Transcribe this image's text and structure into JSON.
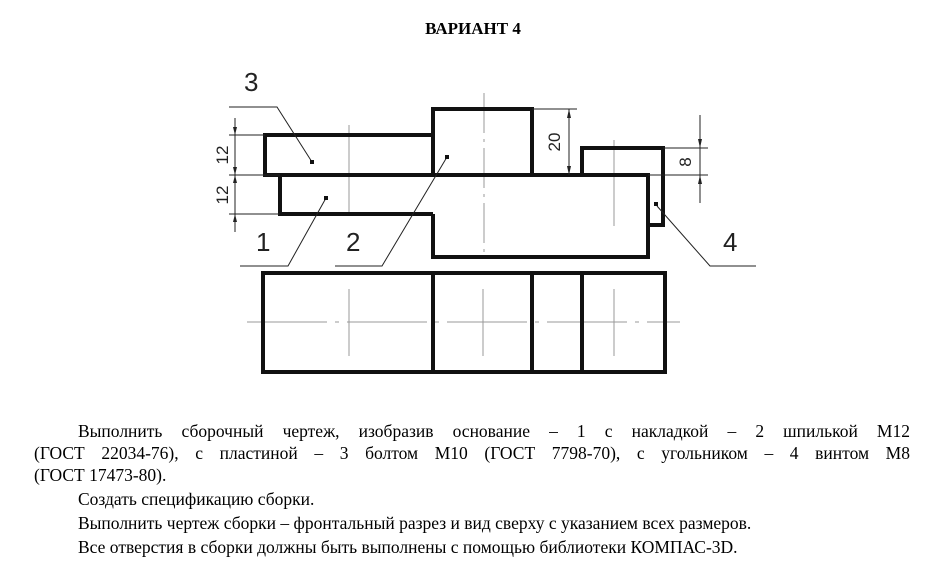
{
  "title": "ВАРИАНТ 4",
  "drawing": {
    "part_labels": [
      "3",
      "1",
      "2",
      "4"
    ],
    "dimensions": [
      "12",
      "12",
      "20",
      "8"
    ]
  },
  "task": {
    "paragraph1_lines": [
      "Выполнить сборочный чертеж, изобразив основание – 1 с накладкой – 2 шпилькой М12",
      "(ГОСТ 22034-76), с пластиной – 3 болтом М10 (ГОСТ 7798-70), с угольником – 4 винтом М8",
      "(ГОСТ 17473-80)."
    ],
    "paragraph2": "Создать спецификацию сборки.",
    "paragraph3": "Выполнить чертеж сборки – фронтальный разрез и вид сверху с указанием всех размеров.",
    "paragraph4": "Все отверстия в сборки должны быть выполнены с помощью библиотеки КОМПАС-3D."
  }
}
